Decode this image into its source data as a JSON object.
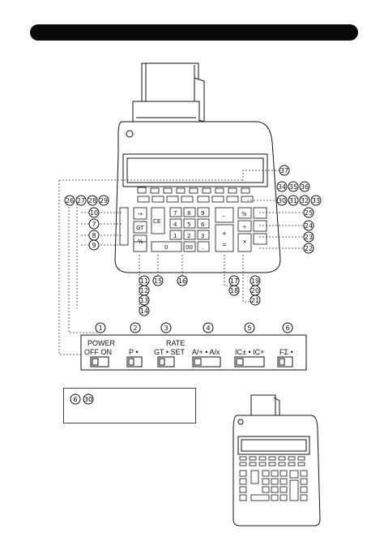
{
  "switch_panel": {
    "switches": [
      {
        "num": "1",
        "label_top": "POWER",
        "label_bottom": "OFF   ON"
      },
      {
        "num": "2",
        "label_top": "",
        "label_bottom": "P  •"
      },
      {
        "num": "3",
        "label_top": "RATE",
        "label_bottom": "GT • SET"
      },
      {
        "num": "4",
        "label_top": "",
        "label_bottom": "A/+ • A/x"
      },
      {
        "num": "5",
        "label_top": "",
        "label_bottom": "IC± • IC+"
      },
      {
        "num": "6",
        "label_top": "",
        "label_bottom": "FΣ •"
      }
    ]
  },
  "callouts_left": [
    "26",
    "27",
    "28",
    "29",
    "10",
    "7",
    "8",
    "9"
  ],
  "callouts_right_top": [
    "37",
    "34",
    "35",
    "36",
    "30",
    "31",
    "32",
    "33"
  ],
  "callouts_right": [
    "25",
    "24",
    "23",
    "22"
  ],
  "callouts_bottom": [
    "11",
    "12",
    "13",
    "14",
    "15",
    "16",
    "17",
    "18",
    "19",
    "20",
    "21"
  ],
  "keypad_keys": {
    "digits": [
      "7",
      "8",
      "9",
      "4",
      "5",
      "6",
      "1",
      "2",
      "3",
      "0",
      "00",
      "."
    ],
    "func": [
      "CE",
      "+",
      "=",
      "%",
      "×",
      "÷",
      "GT",
      "→"
    ]
  },
  "note": {
    "refs": [
      "6",
      "30"
    ]
  }
}
